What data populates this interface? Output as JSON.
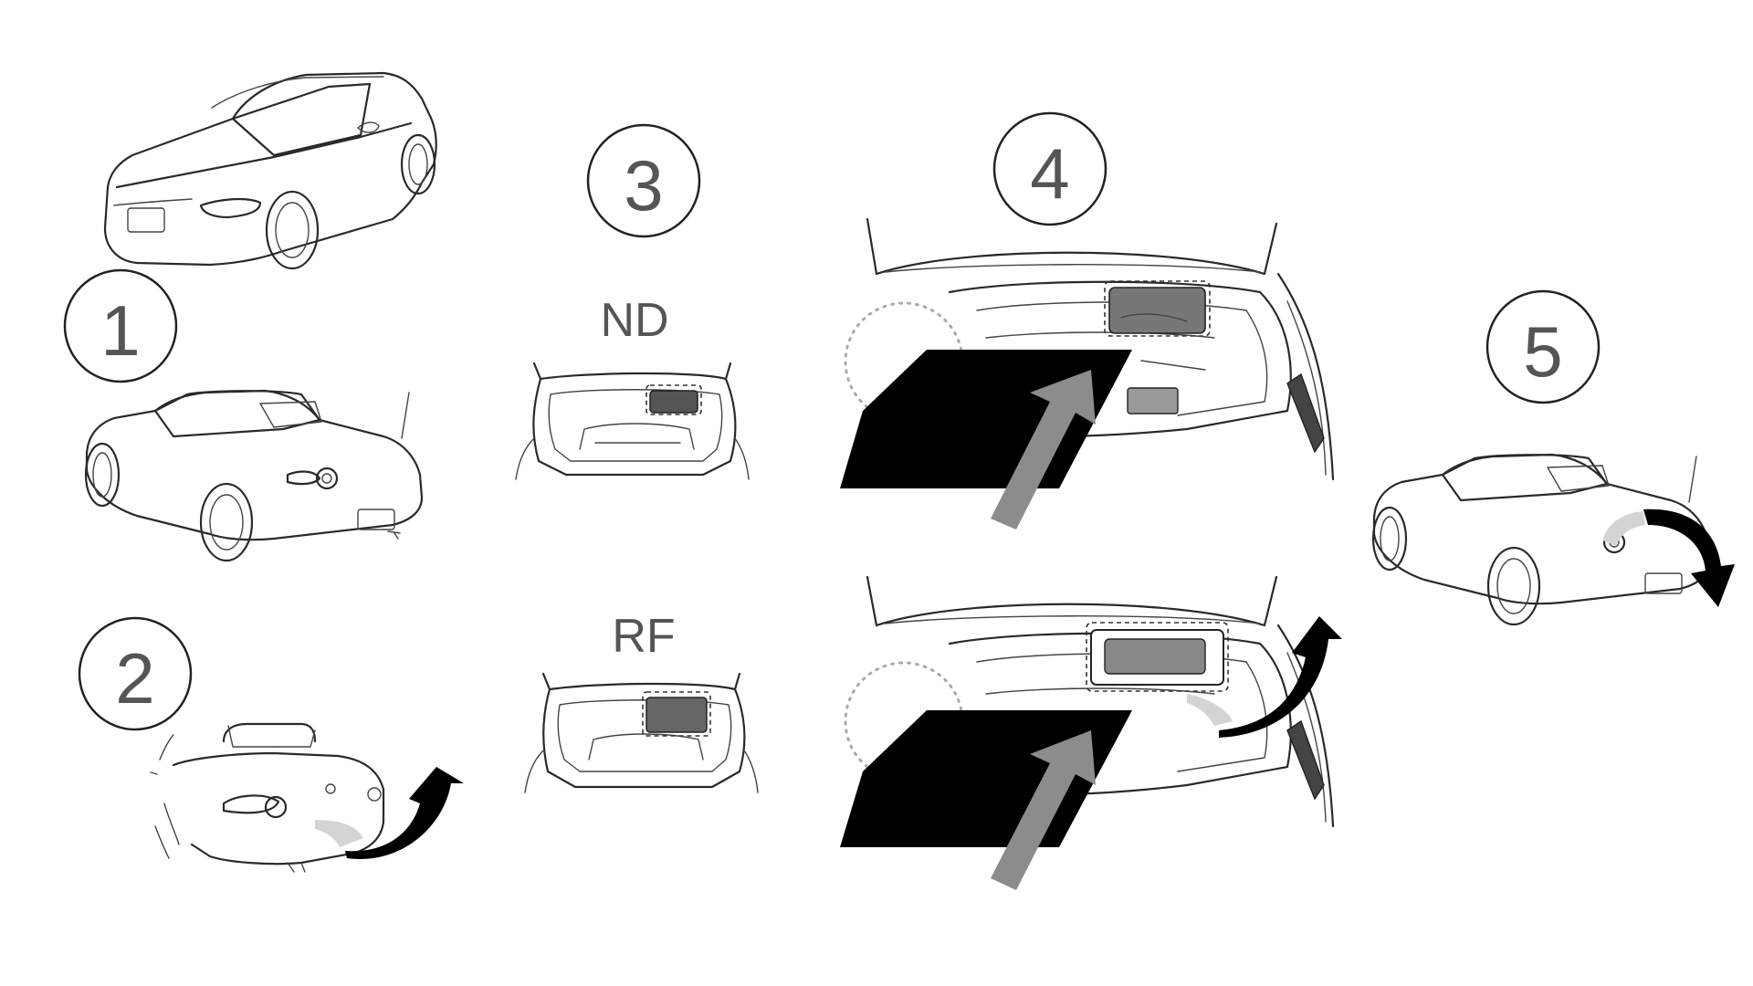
{
  "steps": [
    {
      "number": "1"
    },
    {
      "number": "2"
    },
    {
      "number": "3"
    },
    {
      "number": "4"
    },
    {
      "number": "5"
    }
  ],
  "variants": {
    "nd": "ND",
    "rf": "RF"
  },
  "colors": {
    "line": "#2a2a2a",
    "step_number": "#555555",
    "panel": "#000000",
    "arrow_gray": "#8c8c8c",
    "arrow_light": "#d4d4d4",
    "dotted_circle": "#aaaaaa"
  }
}
